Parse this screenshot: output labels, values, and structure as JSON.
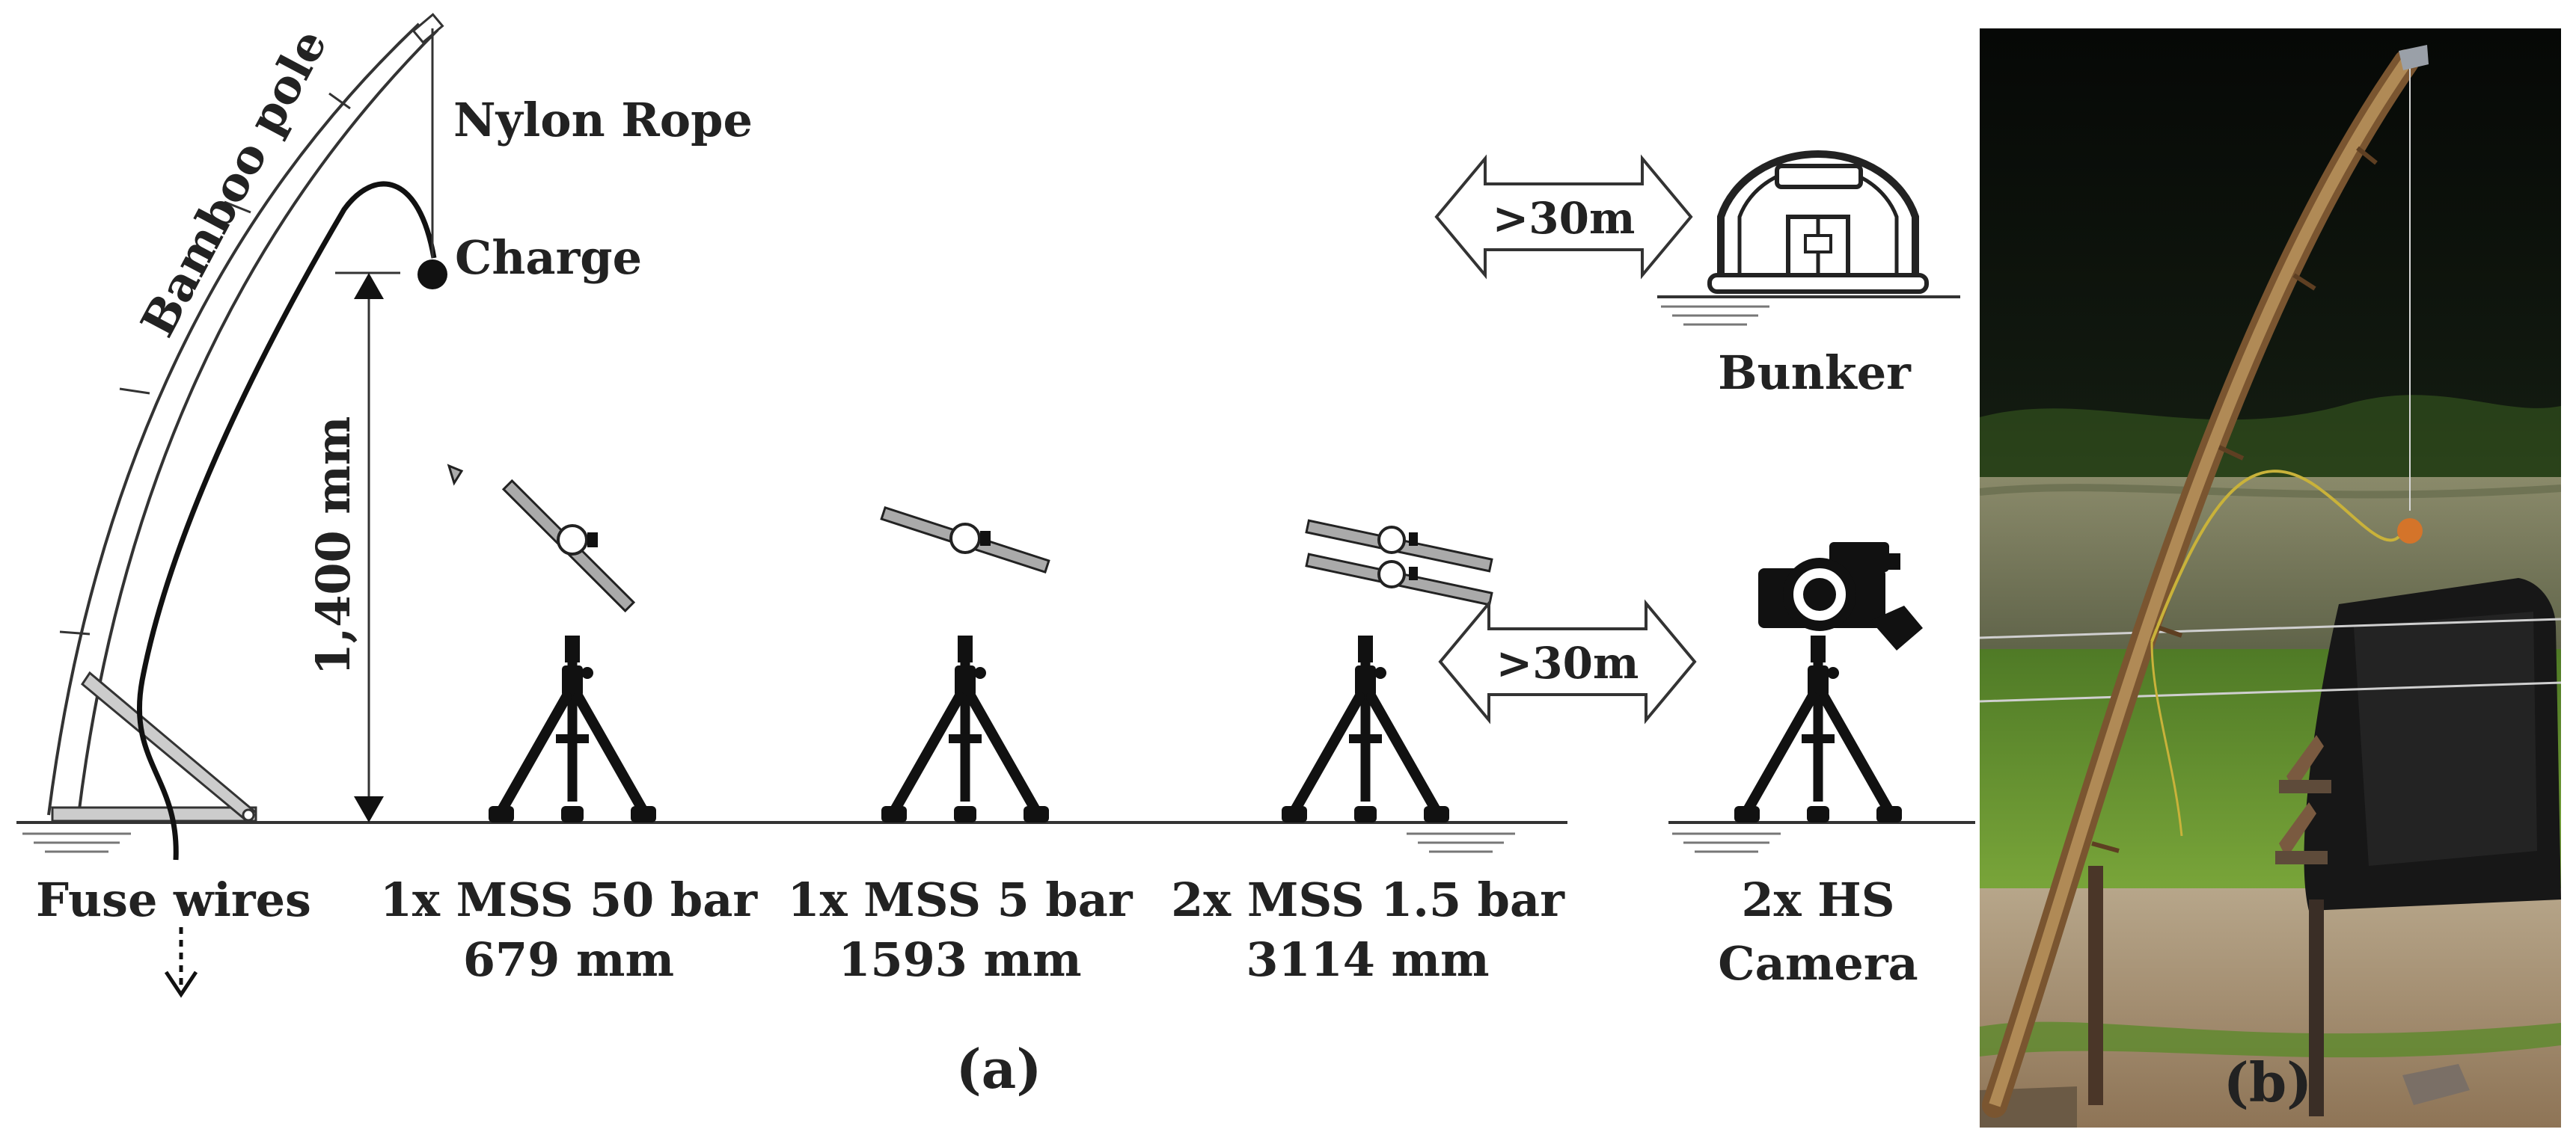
{
  "diagram": {
    "pole_label": "Bamboo pole",
    "rope_label": "Nylon Rope",
    "charge_label": "Charge",
    "height_label": "1,400 mm",
    "fuse_label": "Fuse wires",
    "gauge_1": {
      "line1": "1x MSS 50 bar",
      "line2": "679 mm"
    },
    "gauge_2": {
      "line1": "1x MSS 5 bar",
      "line2": "1593 mm"
    },
    "gauge_3": {
      "line1": "2x MSS 1.5 bar",
      "line2": "3114 mm"
    },
    "camera": {
      "line1": "2x HS",
      "line2": "Camera"
    },
    "bunker_label": "Bunker",
    "distance_bunker": ">30m",
    "distance_camera": ">30m",
    "panel_a": "(a)",
    "panel_b": "(b)"
  },
  "colors": {
    "ink": "#222222",
    "tripod": "#111111",
    "photo_sky": "#0b0d0b",
    "bamboo": "#a07a4a",
    "grass": "#5d8a2c",
    "ground": "#9c8a70",
    "charge_orange": "#d4742a"
  }
}
